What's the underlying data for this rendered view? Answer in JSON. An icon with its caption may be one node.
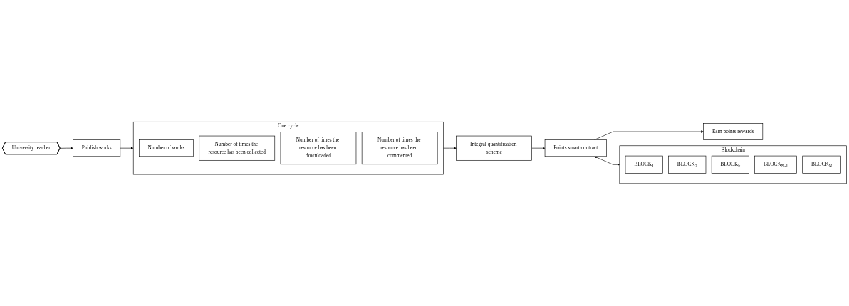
{
  "diagram": {
    "nodes": [
      {
        "text": [
          "University teacher"
        ]
      },
      {
        "text": [
          "Publish works"
        ]
      },
      {
        "text": [
          "One cycle"
        ]
      },
      {
        "text": [
          "Number of works"
        ],
        "in": 2
      },
      {
        "text": [
          "Number of times the resource has been collected"
        ],
        "in": 2
      },
      {
        "text": [
          "Number of times the resource has been downloaded"
        ],
        "in": 2
      },
      {
        "text": [
          "Number of times the resource has been commented"
        ],
        "in": 2
      },
      {
        "text": [
          "Integral quantification scheme"
        ]
      },
      {
        "text": [
          "Points smart contract"
        ]
      },
      {
        "text": [
          "Earn points rewards"
        ]
      },
      {
        "text": [
          "Blockchain"
        ]
      },
      {
        "text": [
          "BLOCK$_{1}$"
        ],
        "in": 10
      },
      {
        "text": [
          "BLOCK$_{2}$"
        ],
        "in": 10
      },
      {
        "text": [
          "BLOCK$_{k}$"
        ],
        "in": 10
      },
      {
        "text": [
          "BLOCK$_{N-1}$"
        ],
        "in": 10
      },
      {
        "text": [
          "BLOCK$_{N}$"
        ],
        "in": 10
      }
    ],
    "edges": [
      {
        "from": 0,
        "to": 1,
        "arrow": "to"
      },
      {
        "from": 1,
        "to": 2,
        "arrow": "to"
      },
      {
        "from": 2,
        "to": 7,
        "arrow": "to"
      },
      {
        "from": 7,
        "to": 8,
        "arrow": "to"
      },
      {
        "from": 8,
        "to": 9,
        "arrow": "to"
      },
      {
        "from": 8,
        "to": 10,
        "arrow": "both"
      }
    ]
  }
}
